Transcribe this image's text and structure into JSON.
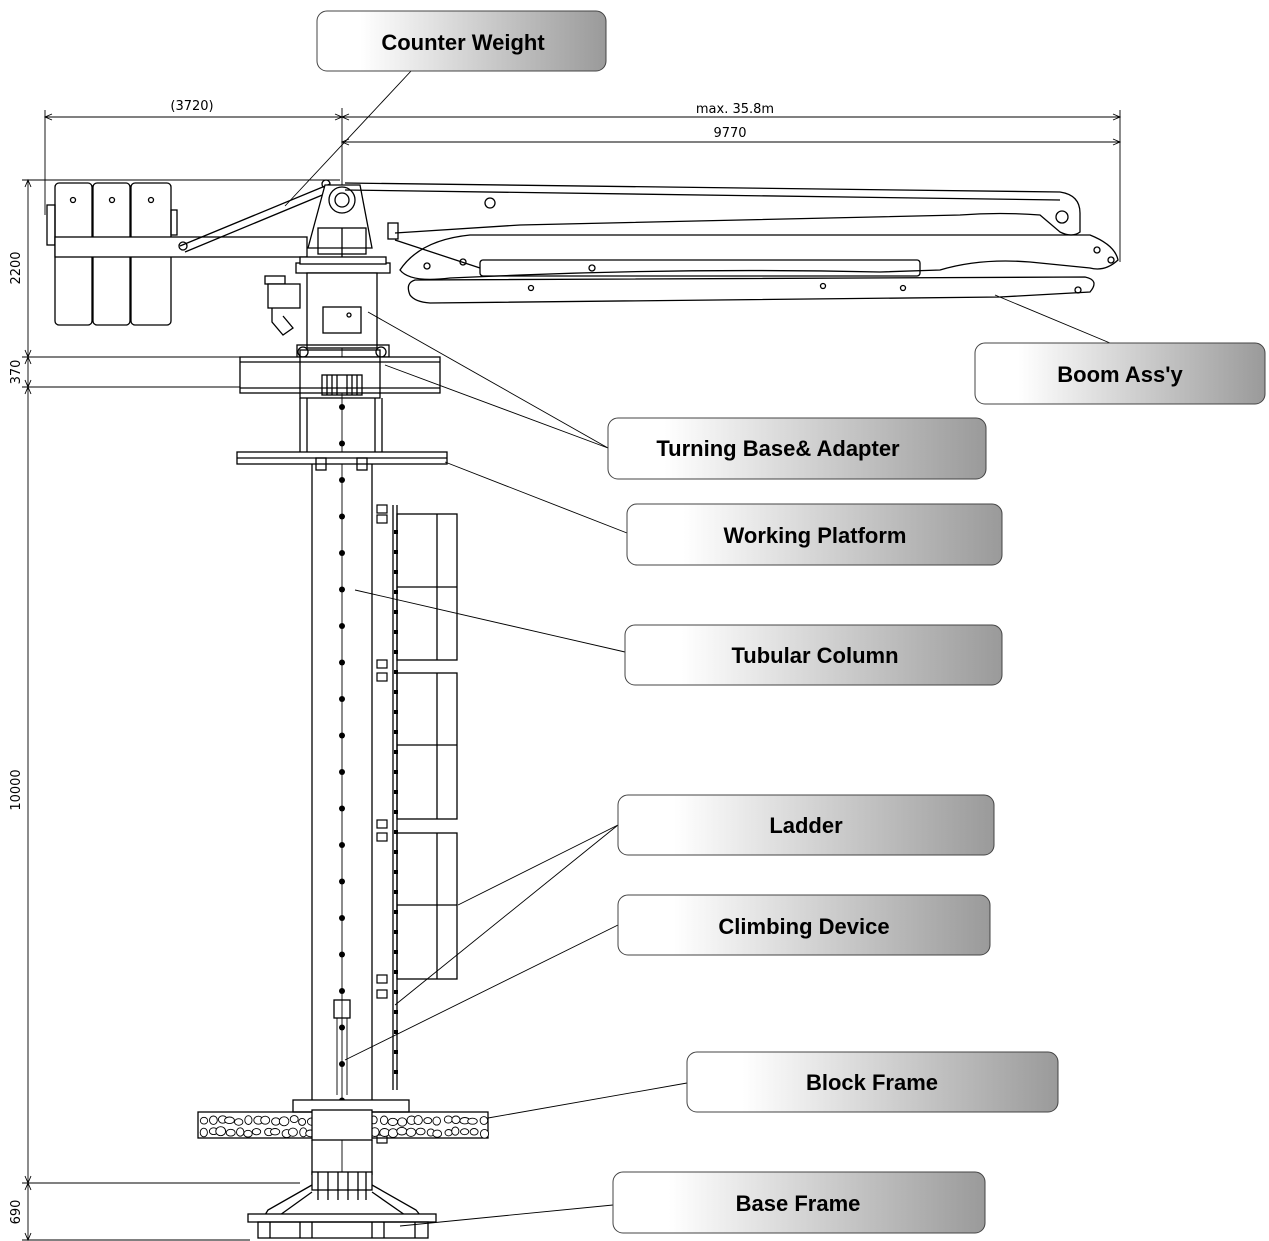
{
  "dimensions": {
    "counterweight_reach": "(3720)",
    "max_reach": "max. 35.8m",
    "boom_reach": "9770",
    "head_height": "2200",
    "adapter_height": "370",
    "column_height": "10000",
    "base_height": "690"
  },
  "callouts": [
    {
      "id": "counter-weight",
      "label": "Counter Weight"
    },
    {
      "id": "boom-assy",
      "label": "Boom Ass'y"
    },
    {
      "id": "turning-base-adapter",
      "label": "Turning Base& Adapter"
    },
    {
      "id": "working-platform",
      "label": "Working Platform"
    },
    {
      "id": "tubular-column",
      "label": "Tubular Column"
    },
    {
      "id": "ladder",
      "label": "Ladder"
    },
    {
      "id": "climbing-device",
      "label": "Climbing Device"
    },
    {
      "id": "block-frame",
      "label": "Block Frame"
    },
    {
      "id": "base-frame",
      "label": "Base Frame"
    }
  ],
  "colors": {
    "callout_gradient_start": "#ffffff",
    "callout_gradient_end": "#9a9a9a",
    "line": "#000000"
  }
}
